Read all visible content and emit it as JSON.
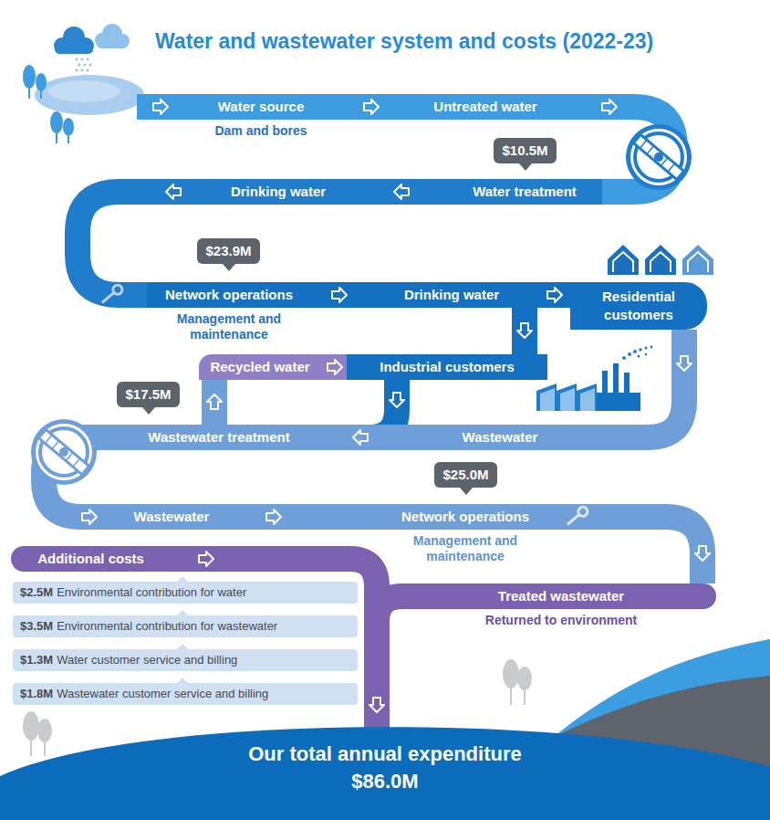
{
  "diagram": {
    "title": "Water and wastewater system and costs (2022-23)",
    "nodes": [
      {
        "text": [
          "Water source",
          "Dam and bores"
        ]
      },
      {
        "text": [
          "Untreated water"
        ]
      },
      {
        "text": [
          "$10.5M"
        ]
      },
      {
        "text": [
          "Drinking water"
        ]
      },
      {
        "text": [
          "Water treatment"
        ]
      },
      {
        "text": [
          "$23.9M"
        ]
      },
      {
        "text": [
          "Network operations",
          "Management and maintenance"
        ]
      },
      {
        "text": [
          "Drinking water"
        ]
      },
      {
        "text": [
          "Residential customers"
        ]
      },
      {
        "text": [
          "Recycled water"
        ]
      },
      {
        "text": [
          "Industrial customers"
        ]
      },
      {
        "text": [
          "$17.5M"
        ]
      },
      {
        "text": [
          "Wastewater treatment"
        ]
      },
      {
        "text": [
          "Wastewater"
        ]
      },
      {
        "text": [
          "$25.0M"
        ]
      },
      {
        "text": [
          "Wastewater"
        ]
      },
      {
        "text": [
          "Network operations",
          "Management and maintenance"
        ]
      },
      {
        "text": [
          "Additional costs"
        ]
      },
      {
        "text": [
          "$2.5M",
          "Environmental contribution for water"
        ]
      },
      {
        "text": [
          "$3.5M",
          "Environmental contribution for wastewater"
        ]
      },
      {
        "text": [
          "$1.3M",
          "Water customer service and billing"
        ]
      },
      {
        "text": [
          "$1.8M",
          "Wastewater customer service and billing"
        ]
      },
      {
        "text": [
          "Treated wastewater",
          "Returned to environment"
        ]
      },
      {
        "text": [
          "Our total annual expenditure",
          "$86.0M"
        ]
      }
    ],
    "edges": [
      {
        "from": 0,
        "to": 1,
        "arrow": "to"
      },
      {
        "from": 1,
        "to": 4,
        "arrow": "to"
      },
      {
        "from": 4,
        "to": 3,
        "arrow": "to"
      },
      {
        "from": 3,
        "to": 6,
        "arrow": "to"
      },
      {
        "from": 6,
        "to": 7,
        "arrow": "to"
      },
      {
        "from": 7,
        "to": 8,
        "arrow": "to"
      },
      {
        "from": 7,
        "to": 10,
        "arrow": "to"
      },
      {
        "from": 9,
        "to": 10,
        "arrow": "to"
      },
      {
        "from": 8,
        "to": 13,
        "arrow": "to"
      },
      {
        "from": 10,
        "to": 12,
        "arrow": "to"
      },
      {
        "from": 13,
        "to": 12,
        "arrow": "to"
      },
      {
        "from": 12,
        "to": 9,
        "arrow": "to"
      },
      {
        "from": 12,
        "to": 15,
        "arrow": "to"
      },
      {
        "from": 15,
        "to": 16,
        "arrow": "to"
      },
      {
        "from": 16,
        "to": 22,
        "arrow": "to"
      },
      {
        "from": 17,
        "to": 23,
        "arrow": "to"
      },
      {
        "from": 22,
        "to": 23,
        "arrow": "to"
      }
    ]
  }
}
